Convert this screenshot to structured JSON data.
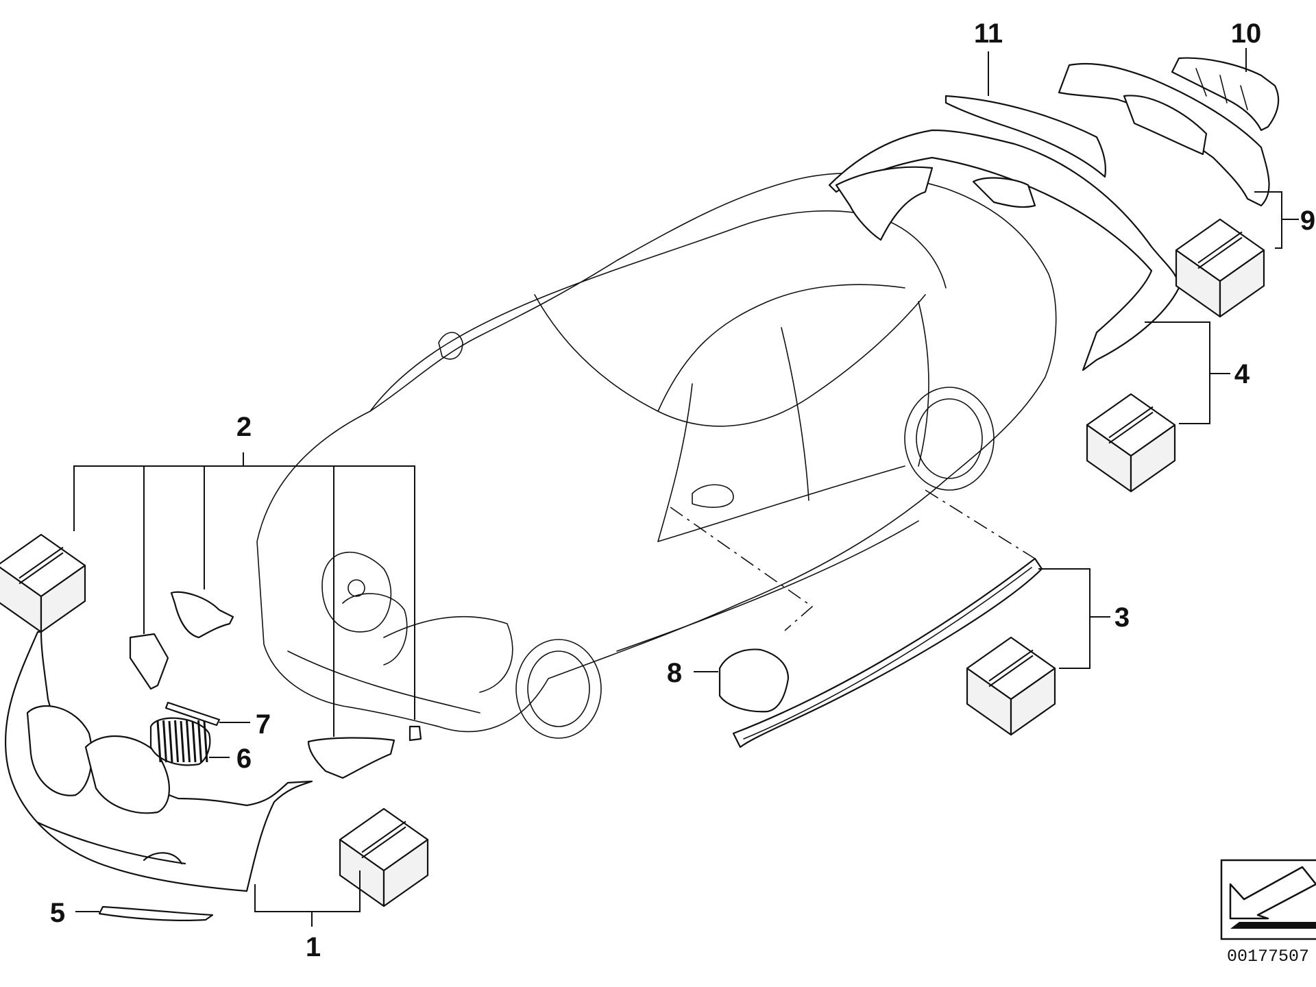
{
  "callouts": [
    {
      "id": "1",
      "label": "1"
    },
    {
      "id": "2",
      "label": "2"
    },
    {
      "id": "3",
      "label": "3"
    },
    {
      "id": "4",
      "label": "4"
    },
    {
      "id": "5",
      "label": "5"
    },
    {
      "id": "6",
      "label": "6"
    },
    {
      "id": "7",
      "label": "7"
    },
    {
      "id": "8",
      "label": "8"
    },
    {
      "id": "9",
      "label": "9"
    },
    {
      "id": "10",
      "label": "10"
    },
    {
      "id": "11",
      "label": "11"
    }
  ],
  "catalog_number": "00177507",
  "badge_icon": "arrow-icon"
}
